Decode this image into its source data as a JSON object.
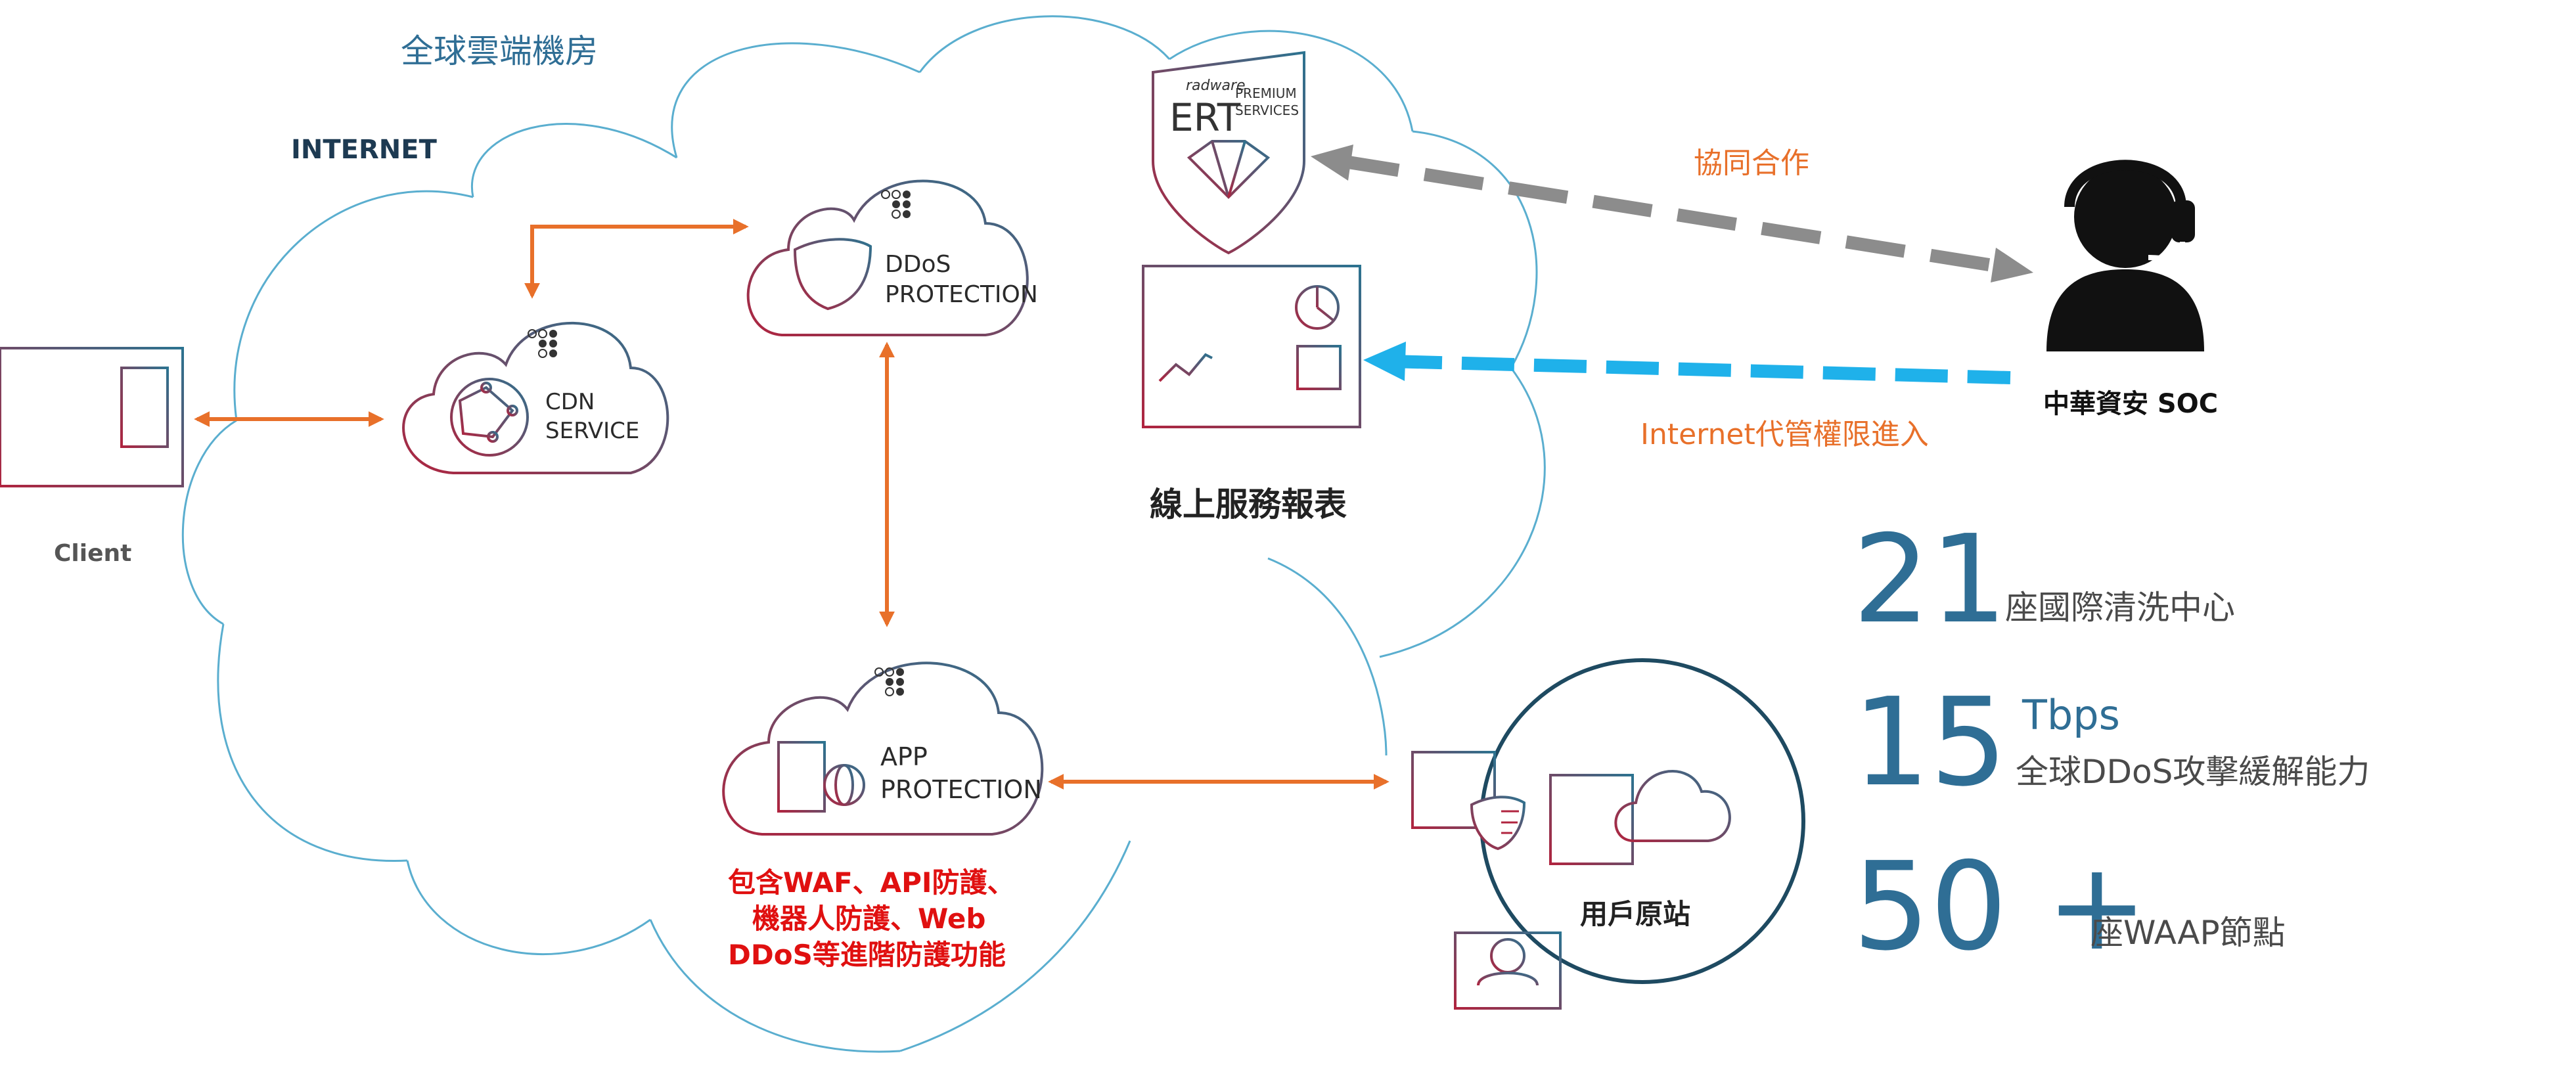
{
  "diagram": {
    "region_label": "全球雲端機房",
    "internet_label": "INTERNET",
    "client_label": "Client",
    "cdn": {
      "line1": "CDN",
      "line2": "SERVICE"
    },
    "ddos": {
      "line1": "DDoS",
      "line2": "PROTECTION"
    },
    "app": {
      "line1": "APP",
      "line2": "PROTECTION"
    },
    "app_note": [
      "包含WAF、API防護、",
      "機器人防護、Web",
      "DDoS等進階防護功能"
    ],
    "ert": {
      "brand": "radware",
      "title": "ERT",
      "sub1": "PREMIUM",
      "sub2": "SERVICES"
    },
    "report_label": "線上服務報表",
    "soc_label": "中華資安 SOC",
    "collab_label": "協同合作",
    "internet_access_label": "Internet代管權限進入",
    "origin_label": "用戶原站"
  },
  "stats": [
    {
      "number": "21",
      "unit": "",
      "text": "座國際清洗中心"
    },
    {
      "number": "15",
      "unit": "Tbps",
      "text": "全球DDoS攻擊緩解能力"
    },
    {
      "number": "50 +",
      "unit": "",
      "text": "座WAAP節點"
    }
  ],
  "colors": {
    "cloud_outline": "#5aaecf",
    "orange_arrow": "#e8702a",
    "gray_arrow": "#8c8c8c",
    "blue_arrow": "#1fb1ea",
    "icon_red": "#b0243f",
    "icon_teal": "#2c7390",
    "note_red": "#e01010",
    "stat_blue": "#2f6e95"
  },
  "icons": [
    "client-monitor-icon",
    "cdn-cloud-icon",
    "ddos-cloud-icon",
    "app-cloud-icon",
    "ert-shield-icon",
    "report-monitor-icon",
    "soc-agent-icon",
    "firewall-icon",
    "origin-server-icon",
    "video-user-icon"
  ]
}
